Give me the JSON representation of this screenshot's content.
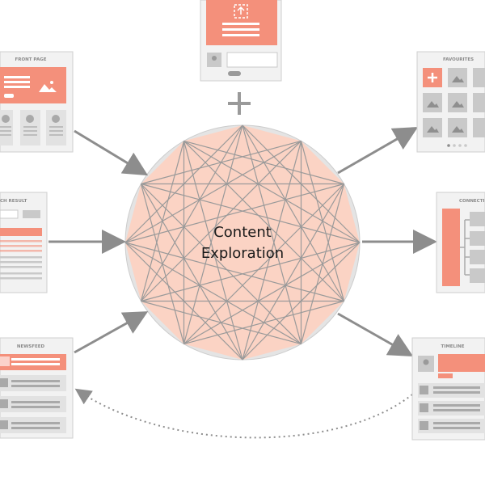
{
  "center": {
    "line1": "Content",
    "line2": "Exploration"
  },
  "panels": {
    "front_page": "FRONT PAGE",
    "search_result": "CH RESULT",
    "newsfeed": "NEWSFEED",
    "favourites": "FAVOURITES",
    "connections": "CONNECTI",
    "timeline": "TIMELINE"
  },
  "colors": {
    "accent": "#f4907b",
    "accent_light": "#fbd3c4",
    "panel_bg": "#f2f2f2",
    "panel_border": "#cfcfcf",
    "block": "#c9c9c9",
    "arrow": "#8d8d8d",
    "star_line": "#9a9a9a",
    "circle": "#e4e4e4"
  },
  "icons": {
    "plus": "plus-icon",
    "user": "user-icon",
    "image": "image-icon",
    "upload": "upload-icon"
  }
}
